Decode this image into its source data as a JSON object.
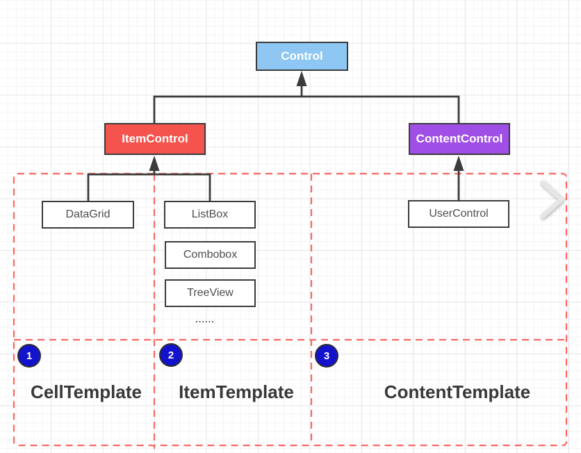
{
  "diagram": {
    "nodes": {
      "control": "Control",
      "item_control": "ItemControl",
      "content_control": "ContentControl",
      "data_grid": "DataGrid",
      "list_box": "ListBox",
      "combobox": "Combobox",
      "tree_view": "TreeView",
      "user_control": "UserControl",
      "ellipsis": "......"
    },
    "regions": [
      {
        "number": "1",
        "label": "CellTemplate"
      },
      {
        "number": "2",
        "label": "ItemTemplate"
      },
      {
        "number": "3",
        "label": "ContentTemplate"
      }
    ],
    "icons": {
      "next_chevron": "chevron-right"
    },
    "colors": {
      "control_fill": "#8EC7F3",
      "item_control_fill": "#F4544D",
      "content_control_fill": "#A04FE6",
      "node_border": "#3B3B3B",
      "connector": "#3B3B3B",
      "region_dash": "#FA6860",
      "badge_fill": "#1313CD",
      "label_text": "#383838",
      "grid_major": "#E7E7EC",
      "grid_minor": "#F4F4F7"
    }
  }
}
